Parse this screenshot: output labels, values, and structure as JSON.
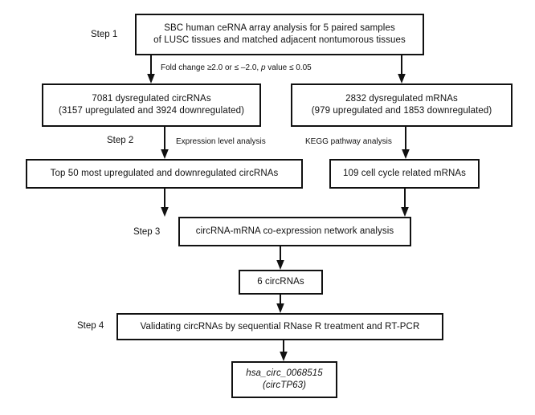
{
  "figure": {
    "type": "flowchart",
    "orientation": "top-to-bottom",
    "background": "#ffffff",
    "line_color": "#111111"
  },
  "steps": {
    "step1": "Step 1",
    "step2": "Step 2",
    "step3": "Step 3",
    "step4": "Step 4"
  },
  "nodes": {
    "start": {
      "line1": "SBC human ceRNA array analysis for 5 paired samples",
      "line2": "of LUSC tissues and matched adjacent nontumorous tissues"
    },
    "circrna_dysregulated": {
      "line1": "7081 dysregulated circRNAs",
      "line2": "(3157 upregulated and 3924 downregulated)"
    },
    "mrna_dysregulated": {
      "line1": "2832 dysregulated mRNAs",
      "line2": "(979 upregulated and 1853 downregulated)"
    },
    "top50_circrnas": {
      "line1": "Top 50 most upregulated and downregulated circRNAs"
    },
    "cellcycle_mrnas": {
      "line1": "109 cell cycle related mRNAs"
    },
    "coexpression": {
      "line1": "circRNA-mRNA co-expression network analysis"
    },
    "six_circrnas": {
      "line1": "6 circRNAs"
    },
    "validation": {
      "line1": "Validating circRNAs by sequential RNase R treatment and RT-PCR"
    },
    "final_hit": {
      "line1": "hsa_circ_0068515",
      "line2": "(circTP63)"
    }
  },
  "edge_labels": {
    "filter_criteria_pre": "Fold change ≥2.0 or ≤ –2.0, ",
    "filter_criteria_italic": "p",
    "filter_criteria_post": " value ≤ 0.05",
    "expression_level": "Expression level analysis",
    "kegg_pathway": "KEGG pathway analysis"
  }
}
